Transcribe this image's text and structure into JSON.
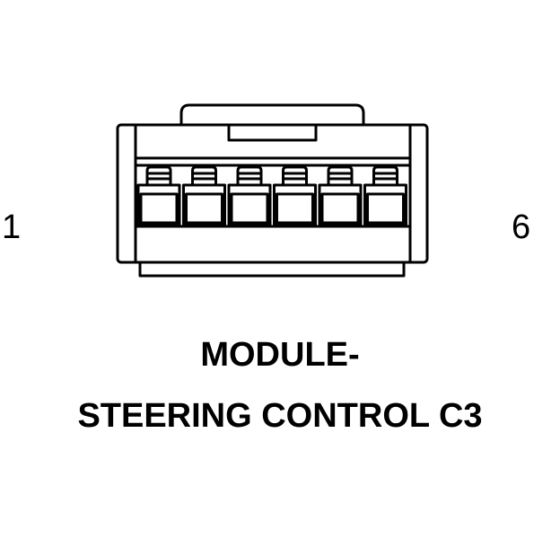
{
  "diagram": {
    "pin_first_label": "1",
    "pin_last_label": "6",
    "title_line_1": "MODULE-",
    "title_line_2": "STEERING CONTROL C3",
    "cavity_count": 6,
    "stroke_color": "#000000",
    "background_color": "#ffffff"
  }
}
